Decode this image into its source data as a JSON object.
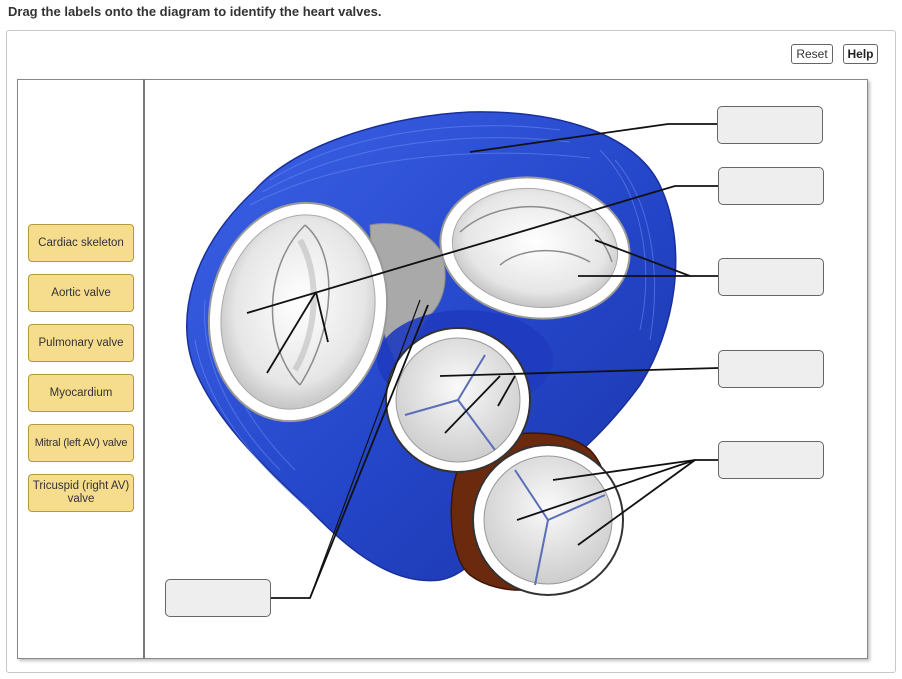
{
  "instructions": "Drag the labels onto the diagram to identify the heart valves.",
  "toolbar": {
    "reset_label": "Reset",
    "help_label": "Help"
  },
  "label_bank": [
    "Cardiac skeleton",
    "Aortic valve",
    "Pulmonary valve",
    "Myocardium",
    "Mitral (left AV) valve",
    "Tricuspid (right AV) valve"
  ],
  "drop_targets": [
    "",
    "",
    "",
    "",
    "",
    ""
  ],
  "colors": {
    "label_fill": "#f6dc8d",
    "label_border": "#b59a3c",
    "myocardium_blue": "#2e4fd6",
    "valve_white": "#f2f2f2",
    "fat_brown": "#6b2a0e"
  }
}
